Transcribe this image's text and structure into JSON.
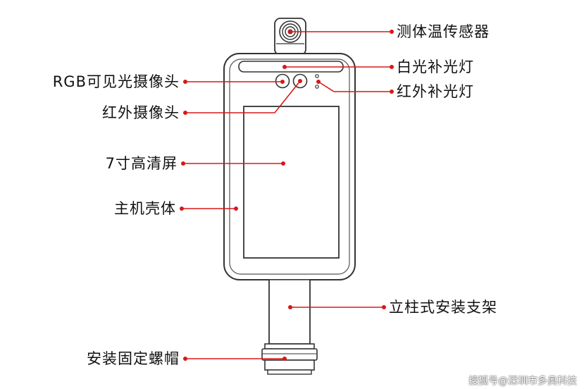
{
  "labels": {
    "temp_sensor": "测体温传感器",
    "white_fill_light": "白光补光灯",
    "ir_fill_light": "红外补光灯",
    "rgb_camera": "RGB可见光摄像头",
    "ir_camera": "红外摄像头",
    "screen": "7寸高清屏",
    "housing": "主机壳体",
    "stand": "立柱式安装支架",
    "nut": "安装固定螺帽"
  },
  "watermark": "搜狐号@深圳市多奥科技",
  "colors": {
    "leader": "#d81818",
    "outline": "#333333",
    "text": "#111111"
  }
}
